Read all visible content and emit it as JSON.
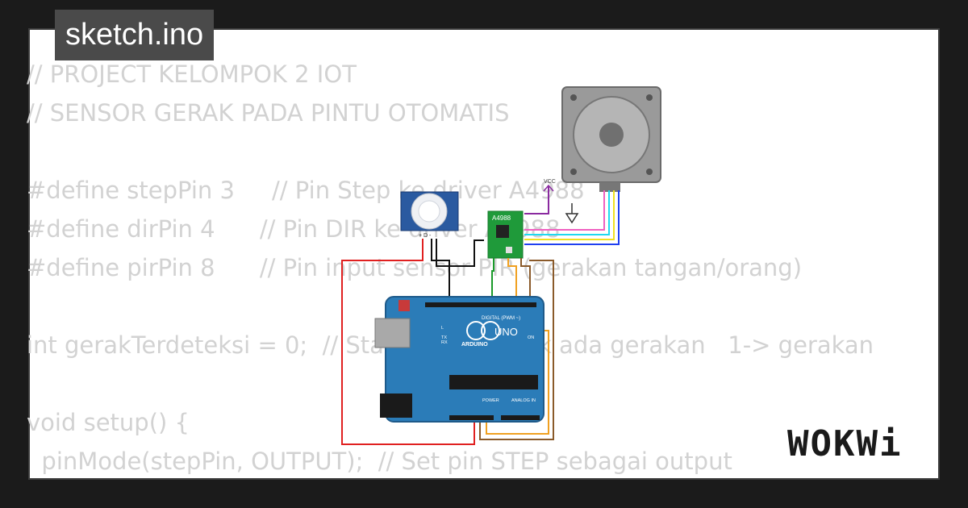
{
  "file_tab": {
    "title": "sketch.ino"
  },
  "code_lines": [
    "// PROJECT KELOMPOK 2 IOT",
    "// SENSOR GERAK PADA PINTU OTOMATIS",
    "",
    "#define stepPin 3     // Pin Step ke driver A4988",
    "#define dirPin 4      // Pin DIR ke driver A4988",
    "#define pirPin 8      // Pin input sensor PIR (gerakan tangan/orang)",
    "",
    "int gerakTerdeteksi = 0;  // Status: 0 -> tidak ada gerakan   1-> gerakan",
    "",
    "void setup() {",
    "  pinMode(stepPin, OUTPUT);  // Set pin STEP sebagai output"
  ],
  "circuit": {
    "vcc_label": "VCC",
    "driver_label": "A4988",
    "arduino_board": {
      "model": "UNO",
      "brand": "ARDUINO",
      "header_label": "DIGITAL (PWM ~)",
      "power_label": "POWER",
      "analog_label": "ANALOG IN",
      "on_label": "ON",
      "tx_label": "TX",
      "rx_label": "RX",
      "l_label": "L"
    },
    "pir_pins": "+ D -",
    "wire_colors": {
      "red": "#e02020",
      "black": "#111111",
      "green": "#1a9a2a",
      "orange": "#f0a020",
      "brown": "#8a5a2a",
      "purple": "#8a2aa0",
      "cyan": "#20d8f0",
      "yellow": "#f0e020",
      "blue": "#2040f0",
      "pink": "#f060c0"
    }
  },
  "brand_logo": "WOKWi"
}
